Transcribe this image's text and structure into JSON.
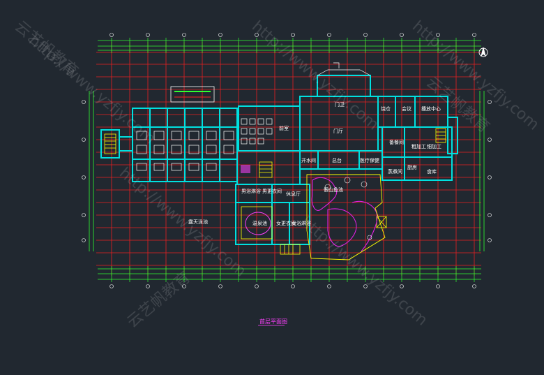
{
  "drawing": {
    "title": "首层平面图"
  },
  "rooms": [
    {
      "id": "r1",
      "text": "前室"
    },
    {
      "id": "r2",
      "text": "门厅"
    },
    {
      "id": "r3",
      "text": "门卫"
    },
    {
      "id": "r4",
      "text": "烧仓"
    },
    {
      "id": "r5",
      "text": "会议"
    },
    {
      "id": "r6",
      "text": "播放中心"
    },
    {
      "id": "r7",
      "text": "备餐间"
    },
    {
      "id": "r8",
      "text": "粗加工"
    },
    {
      "id": "r9",
      "text": "细加工"
    },
    {
      "id": "r10",
      "text": "开水间"
    },
    {
      "id": "r11",
      "text": "总台"
    },
    {
      "id": "r12",
      "text": "医疗保健"
    },
    {
      "id": "r13",
      "text": "蒸煮间"
    },
    {
      "id": "r14",
      "text": "厨房"
    },
    {
      "id": "r15",
      "text": "食库"
    },
    {
      "id": "r16",
      "text": "男浴淋浴"
    },
    {
      "id": "r17",
      "text": "男更衣间"
    },
    {
      "id": "r18",
      "text": "休息厅"
    },
    {
      "id": "r19",
      "text": "假山鱼池"
    },
    {
      "id": "r20",
      "text": "露天泳池"
    },
    {
      "id": "r21",
      "text": "温泉池"
    },
    {
      "id": "r22",
      "text": "女更衣间"
    },
    {
      "id": "r23",
      "text": "女浴淋浴"
    }
  ],
  "watermarks": [
    "http://www.yzfjy.com",
    "云艺帆教育"
  ],
  "colors": {
    "background": "#212830",
    "grid": "#ff2020",
    "wall": "#00e0e0",
    "dimension": "#30ff30",
    "furniture": "#ffffff",
    "rockery": "#e020e0",
    "stair": "#ffff00"
  }
}
